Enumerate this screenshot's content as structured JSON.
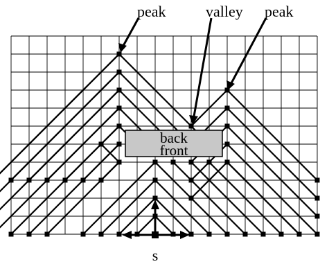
{
  "labels": {
    "peak_left": "peak",
    "valley": "valley",
    "peak_right": "peak",
    "box_top": "back",
    "box_bottom": "front",
    "source": "s"
  },
  "colors": {
    "box_fill": "#c8c8c8",
    "ink": "#000000"
  }
}
